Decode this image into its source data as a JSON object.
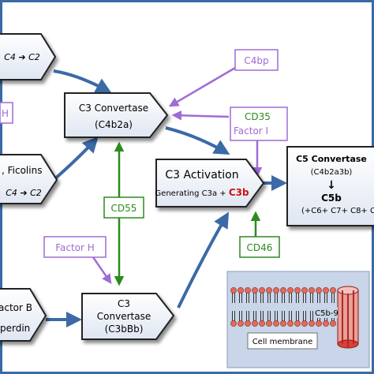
{
  "colors": {
    "frame": "#3b6aa6",
    "arrow_blue": "#3b6aa6",
    "regulator_purple": "#a06bd6",
    "regulator_green": "#2d8a1f",
    "c3b_red": "#cc1111",
    "membrane_panel": "#c9d5e8",
    "lipid_head": "#e36a5a",
    "mac_pore": "#d9403a"
  },
  "nodes": {
    "classical": {
      "line1": "C4 ➔ C2"
    },
    "lectin": {
      "line1": ", Ficolins",
      "line2": "C4 ➔ C2"
    },
    "alternative": {
      "line1": "actor B",
      "line2": "perdin"
    },
    "c3_convertase_classical": {
      "title": "C3 Convertase",
      "subtitle": "(C4b2a)"
    },
    "c3_convertase_alternative": {
      "line1": "C3",
      "line2": "Convertase",
      "line3": "(C3bBb)"
    },
    "c3_activation": {
      "title": "C3 Activation",
      "subtitle_prefix": "Generating C3a + ",
      "subtitle_highlight": "C3b"
    },
    "c5_convertase": {
      "title": "C5  Convertase",
      "subtitle": "(C4b2a3b)",
      "down_arrow": "↓",
      "product": "C5b",
      "cascade": "(+C6+ C7+ C8+ C9"
    }
  },
  "regulators": {
    "c4bp": "C4bp",
    "cd35": "CD35",
    "factor_i": "Factor I",
    "cd55": "CD55",
    "factor_h": "Factor H",
    "cd46": "CD46",
    "partial_h": "H"
  },
  "membrane": {
    "cell_membrane_label": "Cell membrane",
    "mac_label": "C5b-9"
  }
}
